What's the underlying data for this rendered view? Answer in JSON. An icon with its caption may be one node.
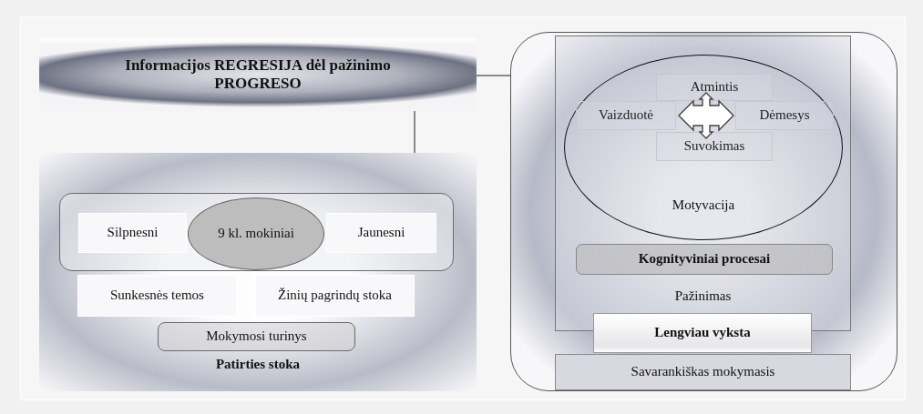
{
  "diagram": {
    "nodes": [
      {
        "text": [
          "Informacijos REGRESIJA dėl pažinimo PROGRESO"
        ]
      },
      {
        "text": [
          "Patirties stoka"
        ]
      },
      {
        "text": [],
        "shape": "box",
        "in": 1
      },
      {
        "text": [
          "Silpnesni"
        ],
        "in": 2
      },
      {
        "text": [
          "9 kl. mokiniai"
        ],
        "in": 2
      },
      {
        "text": [
          "Jaunesni"
        ],
        "in": 2
      },
      {
        "text": [
          "Sunkesnės temos"
        ],
        "in": 1
      },
      {
        "text": [
          "Žinių pagrindų stoka"
        ],
        "in": 1
      },
      {
        "text": [
          "Mokymosi turinys"
        ],
        "in": 1
      },
      {
        "text": [],
        "shape": "box"
      },
      {
        "text": [
          "Pažinimas"
        ],
        "in": 9
      },
      {
        "text": [
          "Motyvacija"
        ],
        "in": 10
      },
      {
        "text": [
          "Atmintis"
        ],
        "in": 11
      },
      {
        "text": [
          "Vaizduotė"
        ],
        "in": 11
      },
      {
        "text": [
          "Dėmesys"
        ],
        "in": 11
      },
      {
        "text": [
          "Suvokimas"
        ],
        "in": 11
      },
      {
        "text": [],
        "shape": "cross",
        "in": 11
      },
      {
        "text": [
          "Kognityviniai procesai"
        ],
        "in": 10
      },
      {
        "text": [
          "Lengviau vyksta"
        ],
        "in": 9
      },
      {
        "text": [
          "Savarankiškas mokymasis"
        ],
        "in": 9
      }
    ],
    "edges": [
      {
        "from": 0,
        "to": 1,
        "arrow": "none"
      },
      {
        "from": 0,
        "to": 9,
        "arrow": "none"
      }
    ]
  }
}
